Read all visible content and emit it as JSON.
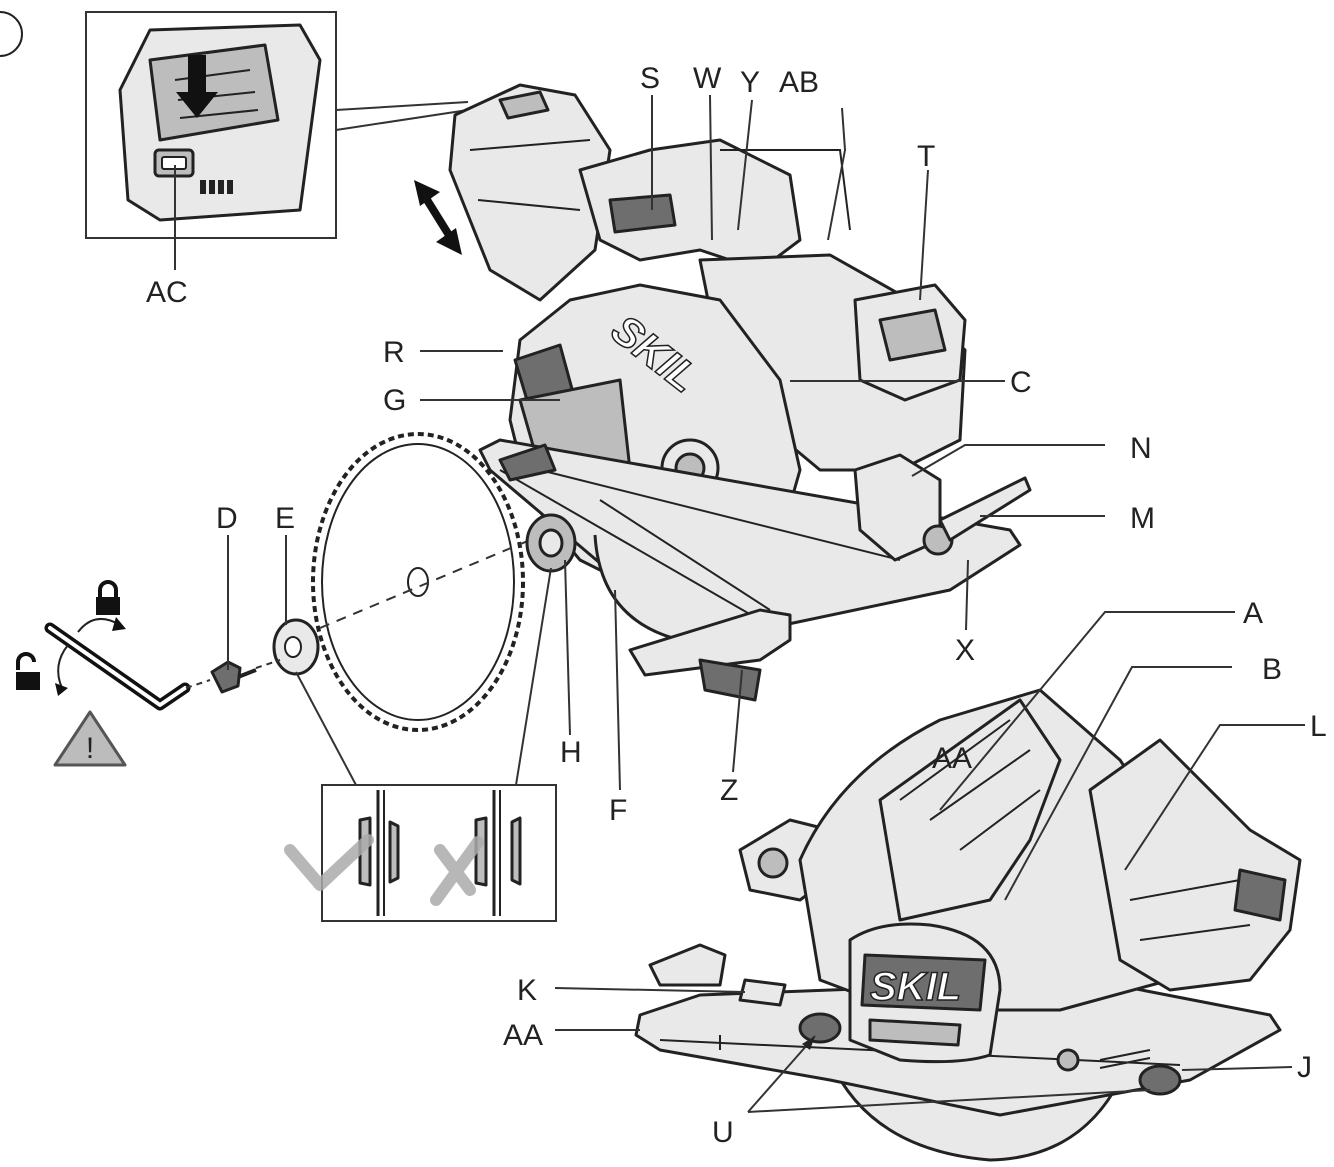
{
  "brand": "SKIL",
  "labels": {
    "S": "S",
    "W": "W",
    "Y": "Y",
    "AB": "AB",
    "T": "T",
    "AC": "AC",
    "R": "R",
    "G": "G",
    "C": "C",
    "N": "N",
    "M": "M",
    "D": "D",
    "E": "E",
    "A": "A",
    "B": "B",
    "L": "L",
    "X": "X",
    "H": "H",
    "F": "F",
    "Z": "Z",
    "AA_top": "AA",
    "K": "K",
    "AA": "AA",
    "J": "J",
    "U": "U"
  },
  "warning_symbol": "!",
  "icons": [
    "lock-icon",
    "unlock-icon",
    "warning-icon",
    "check-icon",
    "cross-icon",
    "arrow-down-icon",
    "double-arrow-icon"
  ]
}
